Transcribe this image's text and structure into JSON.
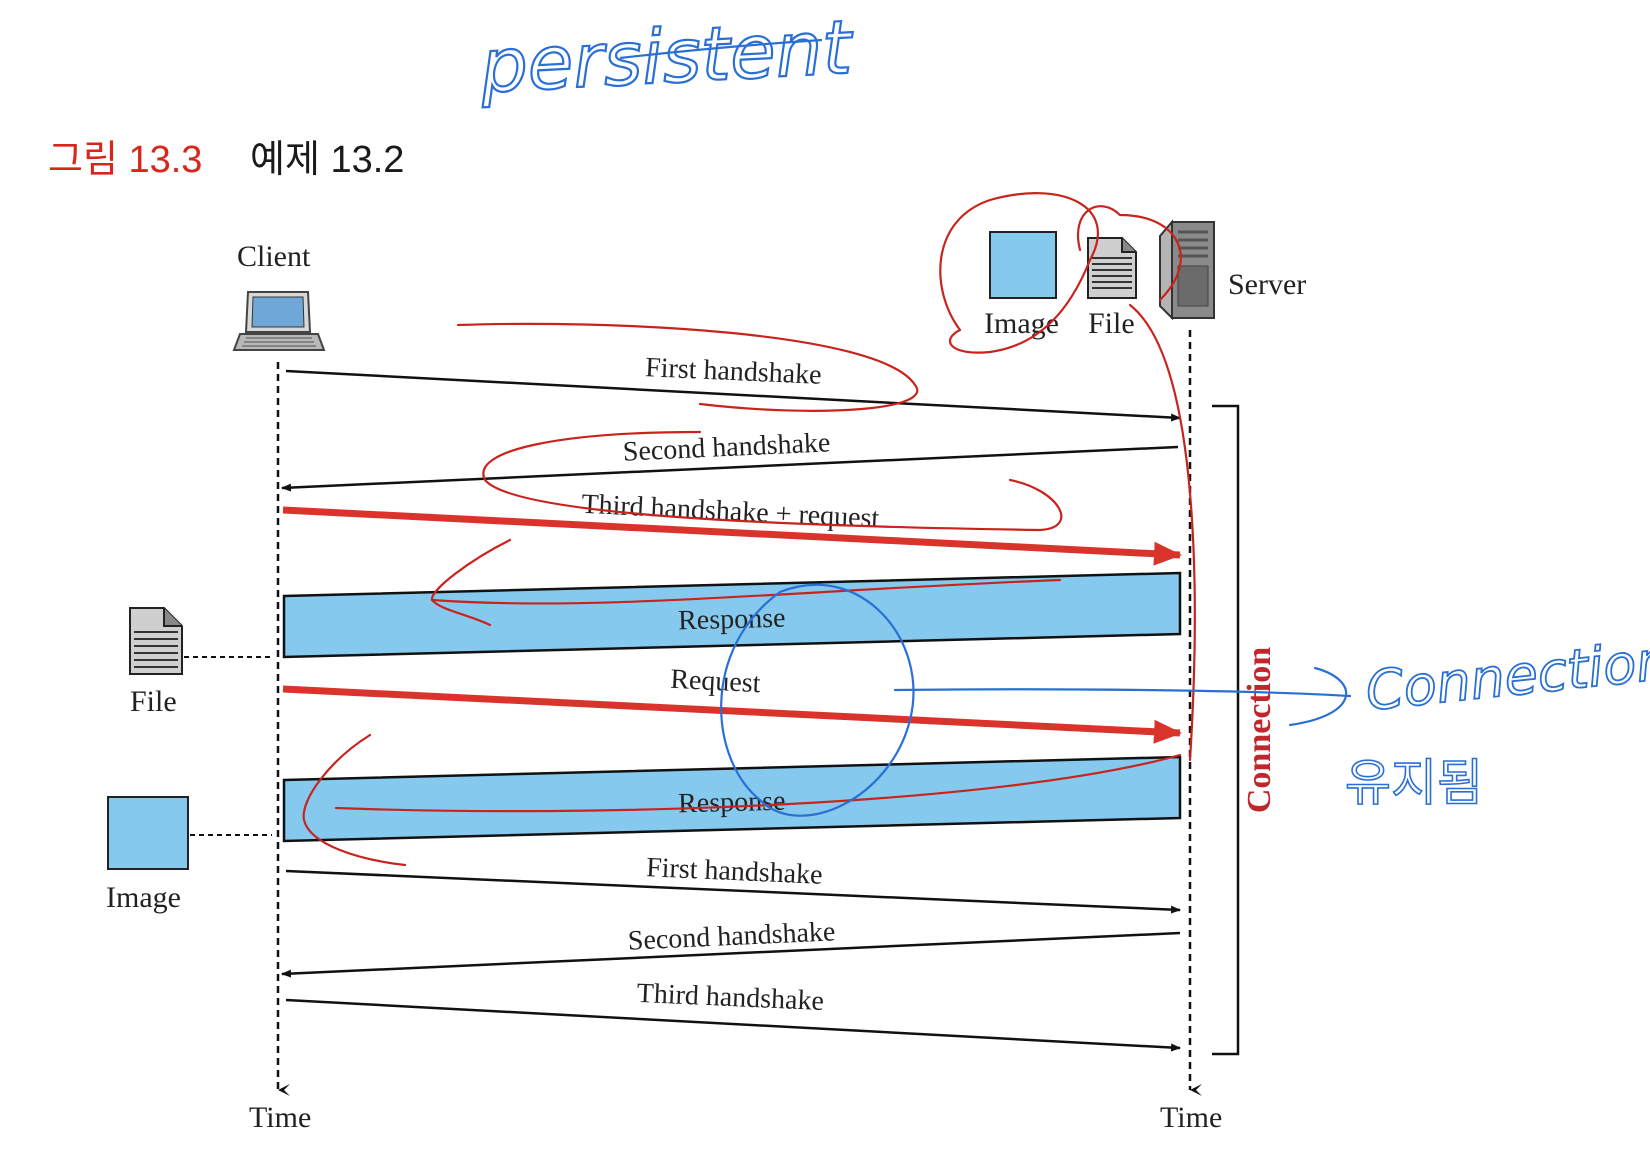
{
  "figure": {
    "label": "그림 13.3",
    "title": "예제 13.2",
    "label_color": "#d9261c",
    "title_color": "#1a1a1a"
  },
  "handwritten": {
    "top_note": "persistent",
    "right_note_1": "Connection",
    "right_note_2": "유지됨",
    "note_blue": "#2a6fd4",
    "annotation_red": "#c8241d"
  },
  "actors": {
    "client": {
      "label": "Client",
      "icon": "laptop-icon"
    },
    "server": {
      "label": "Server",
      "icon": "server-tower-icon"
    },
    "server_image": {
      "label": "Image",
      "icon": "image-square-icon"
    },
    "server_file": {
      "label": "File",
      "icon": "file-document-icon"
    }
  },
  "client_side": {
    "file_label": "File",
    "file_icon": "file-document-icon",
    "image_label": "Image",
    "image_icon": "image-square-icon"
  },
  "timeline": {
    "client_time": "Time",
    "server_time": "Time"
  },
  "messages": [
    {
      "id": "first-handshake-1",
      "label": "First handshake",
      "direction": "client-to-server",
      "style": "thin"
    },
    {
      "id": "second-handshake-1",
      "label": "Second handshake",
      "direction": "server-to-client",
      "style": "thin"
    },
    {
      "id": "third-handshake-request",
      "label": "Third handshake + request",
      "direction": "client-to-server",
      "style": "thick-red"
    },
    {
      "id": "response-1",
      "label": "Response",
      "direction": "server-to-client",
      "style": "band"
    },
    {
      "id": "request-2",
      "label": "Request",
      "direction": "client-to-server",
      "style": "thick-red"
    },
    {
      "id": "response-2",
      "label": "Response",
      "direction": "server-to-client",
      "style": "band"
    },
    {
      "id": "first-handshake-2",
      "label": "First handshake",
      "direction": "client-to-server",
      "style": "thin"
    },
    {
      "id": "second-handshake-2",
      "label": "Second handshake",
      "direction": "server-to-client",
      "style": "thin"
    },
    {
      "id": "third-handshake-2",
      "label": "Third handshake",
      "direction": "client-to-server",
      "style": "thin"
    }
  ],
  "connection_bracket": {
    "label": "Connection",
    "color": "#c0272d"
  },
  "colors": {
    "band_fill": "#86c9ee",
    "red_arrow": "#d8342c",
    "line": "#111111"
  }
}
